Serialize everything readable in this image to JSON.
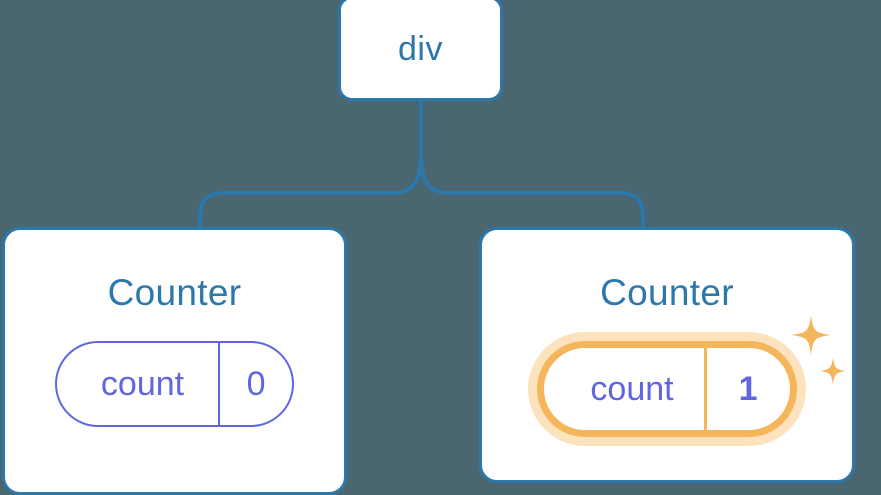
{
  "diagram": {
    "title": "React component tree with highlighted state update",
    "type": "component-tree",
    "background_color": "#4a6670",
    "node_border_color": "#2d78ab",
    "node_text_color": "#2d78ab",
    "pill_color": "#6166e0",
    "highlight_color": "#f5b55a",
    "highlight_glow_color": "#fae0b9"
  },
  "root": {
    "label": "div"
  },
  "children": [
    {
      "title": "Counter",
      "state": {
        "key": "count",
        "value": "0"
      },
      "highlighted": false,
      "sparkles": false
    },
    {
      "title": "Counter",
      "state": {
        "key": "count",
        "value": "1"
      },
      "highlighted": true,
      "sparkles": true,
      "sparkle_icons": [
        "sparkle-large",
        "sparkle-small"
      ]
    }
  ],
  "edges": [
    {
      "from": "div",
      "to": "Counter (left)"
    },
    {
      "from": "div",
      "to": "Counter (right)"
    }
  ]
}
